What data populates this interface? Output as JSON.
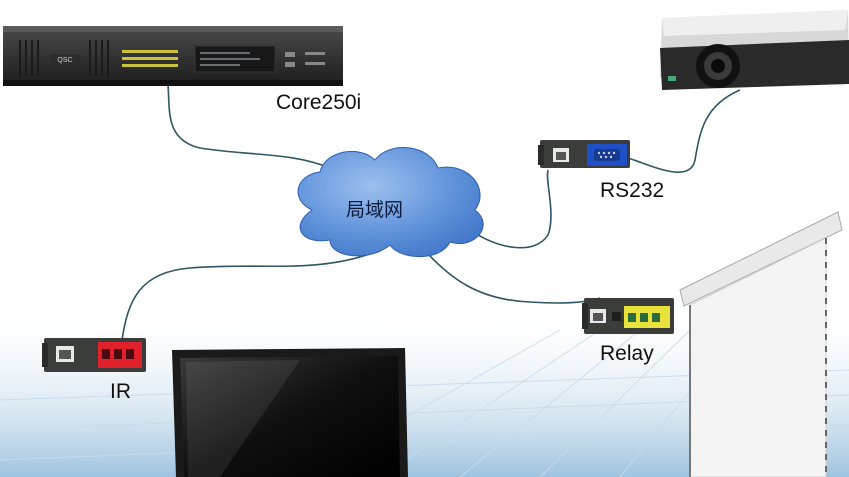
{
  "diagram": {
    "network_label": "局域网",
    "devices": {
      "core": {
        "label": "Core250i",
        "brand": "QSC"
      },
      "rs232": {
        "label": "RS232"
      },
      "relay": {
        "label": "Relay"
      },
      "ir": {
        "label": "IR"
      }
    }
  },
  "colors": {
    "cloud": "#5b8fd8",
    "cable": "#2f5566",
    "ir_port": "#e0202a",
    "rs232_port": "#2050c8",
    "relay_port": "#e8e23a",
    "module_body": "#3a3d3a"
  }
}
